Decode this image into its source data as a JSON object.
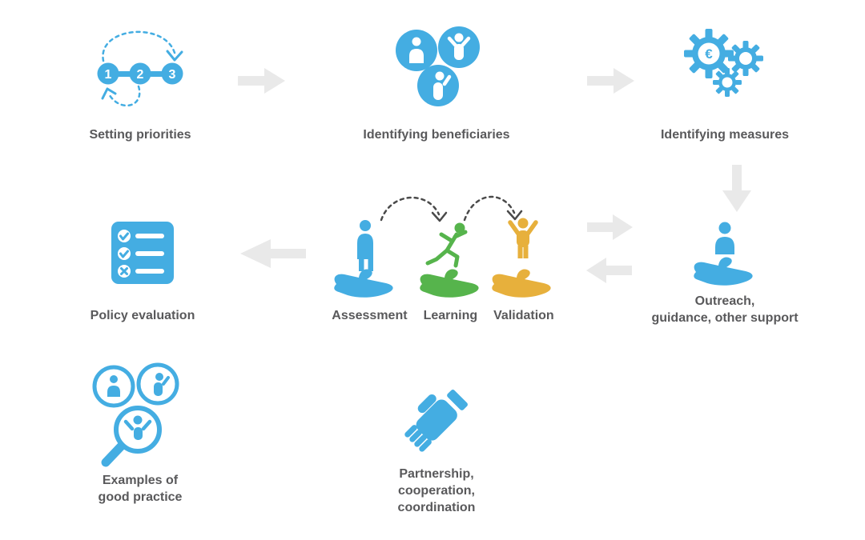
{
  "colors": {
    "blue": "#44ADE2",
    "green": "#56B44C",
    "yellow": "#E7B03C",
    "arrow": "#E9E9E9",
    "dashed": "#4A4A4A",
    "text": "#59595B",
    "background": "#FFFFFF"
  },
  "nodes": {
    "setting_priorities": {
      "label": "Setting priorities",
      "steps": [
        "1",
        "2",
        "3"
      ]
    },
    "identifying_beneficiaries": {
      "label": "Identifying beneficiaries"
    },
    "identifying_measures": {
      "label": "Identifying measures",
      "currency_symbol": "€"
    },
    "policy_evaluation": {
      "label": "Policy evaluation"
    },
    "assessment": {
      "label": "Assessment"
    },
    "learning": {
      "label": "Learning"
    },
    "validation": {
      "label": "Validation"
    },
    "outreach": {
      "lines": [
        "Outreach,",
        "guidance, other support"
      ]
    },
    "examples_good_practice": {
      "lines": [
        "Examples of",
        "good practice"
      ]
    },
    "partnership": {
      "lines": [
        "Partnership,",
        "cooperation,",
        "coordination"
      ]
    }
  }
}
